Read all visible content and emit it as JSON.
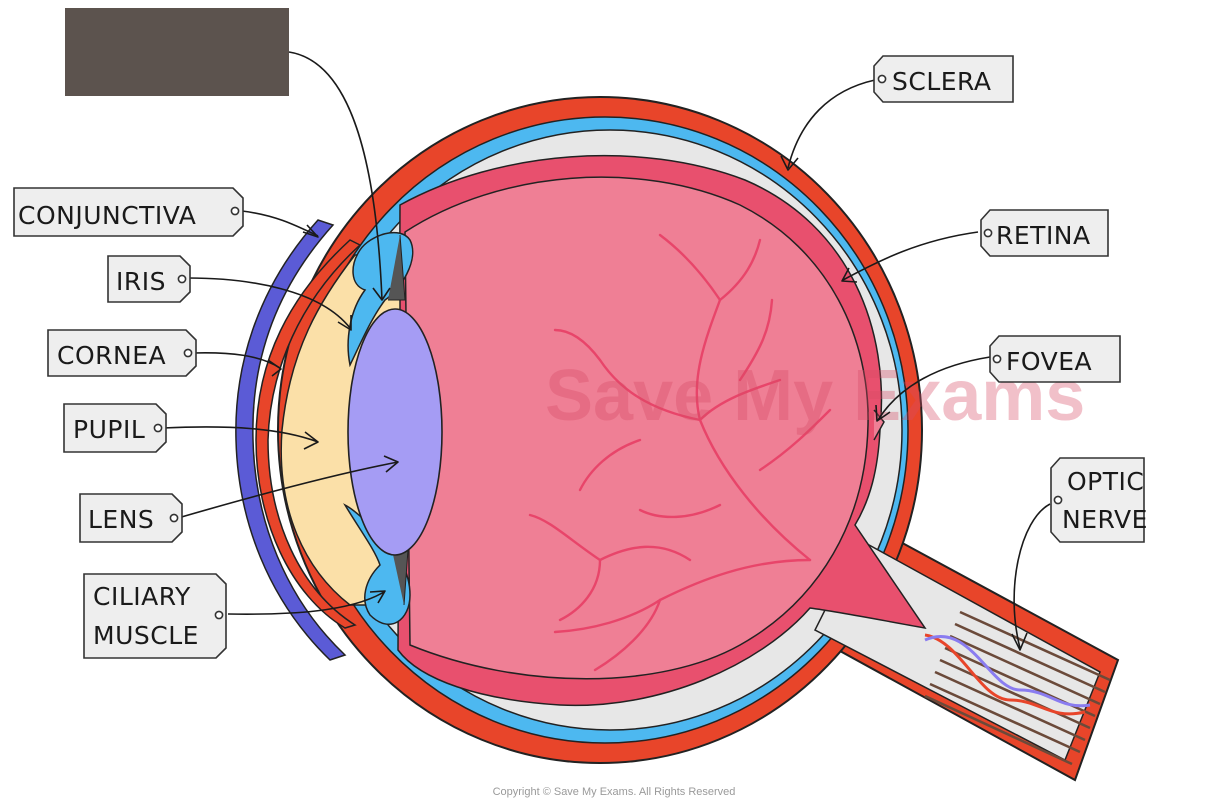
{
  "labels": {
    "sclera": "SCLERA",
    "retina": "RETINA",
    "fovea": "FOVEA",
    "optic_nerve_line1": "OPTIC",
    "optic_nerve_line2": "NERVE",
    "conjunctiva": "CONJUNCTIVA",
    "iris": "IRIS",
    "cornea": "CORNEA",
    "pupil": "PUPIL",
    "lens": "LENS",
    "ciliary_muscle_line1": "CILIARY",
    "ciliary_muscle_line2": "MUSCLE"
  },
  "watermark": "Save My Exams",
  "copyright": "Copyright © Save My Exams. All Rights Reserved",
  "colors": {
    "sclera": "#e8452a",
    "choroid": "#4db8f0",
    "retina": "#e8506e",
    "vitreous": "#ef7f95",
    "vessels": "#e8456a",
    "aqueous": "#fbe0a8",
    "lens": "#a59cf4",
    "ciliary": "#4db8f0",
    "conjunctiva": "#5b5bd6",
    "nerve_fibres": "#6b4a3a",
    "redacted_box": "#5c534e",
    "label_fill": "#eeeeee"
  }
}
